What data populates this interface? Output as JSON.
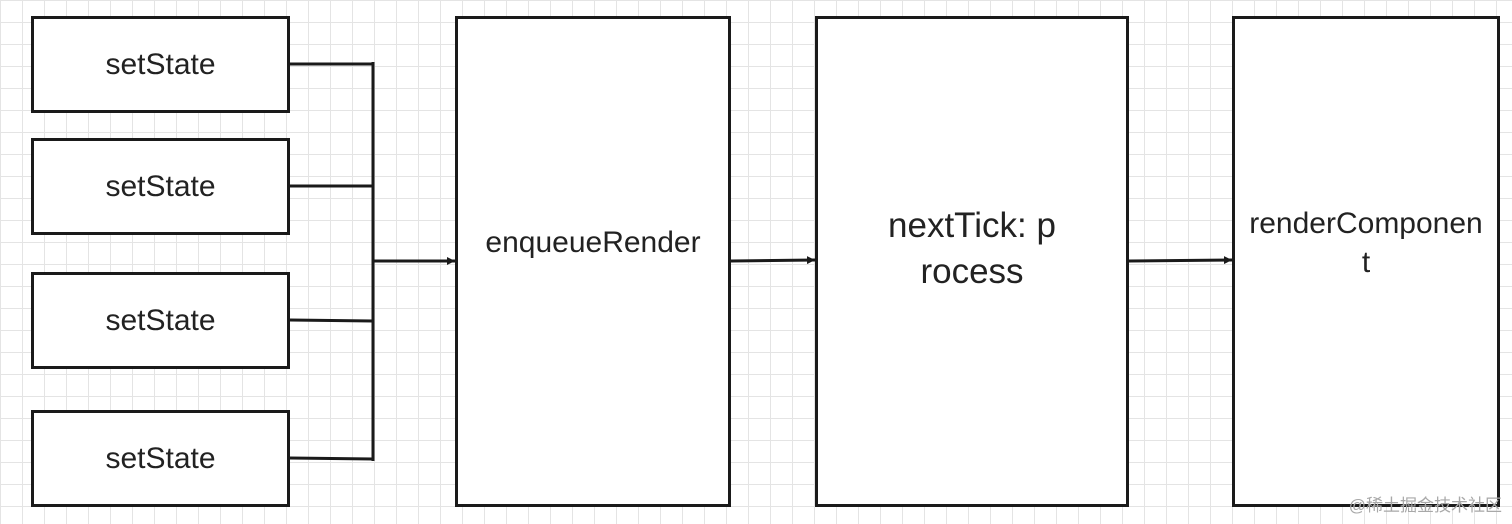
{
  "diagram": {
    "nodes": [
      {
        "id": "set-state-1",
        "label": "setState"
      },
      {
        "id": "set-state-2",
        "label": "setState"
      },
      {
        "id": "set-state-3",
        "label": "setState"
      },
      {
        "id": "set-state-4",
        "label": "setState"
      },
      {
        "id": "enqueue-render",
        "label": "enqueueRender"
      },
      {
        "id": "next-tick",
        "label": "nextTick: process"
      },
      {
        "id": "render-component",
        "label": "renderComponent"
      }
    ],
    "edges": [
      {
        "from": "set-state-1",
        "to": "enqueue-render"
      },
      {
        "from": "set-state-2",
        "to": "enqueue-render"
      },
      {
        "from": "set-state-3",
        "to": "enqueue-render"
      },
      {
        "from": "set-state-4",
        "to": "enqueue-render"
      },
      {
        "from": "enqueue-render",
        "to": "next-tick"
      },
      {
        "from": "next-tick",
        "to": "render-component"
      }
    ],
    "colors": {
      "stroke": "#1a1a1a",
      "grid": "#e4e4e4",
      "background": "#ffffff"
    }
  },
  "watermark": "@稀土掘金技术社区"
}
